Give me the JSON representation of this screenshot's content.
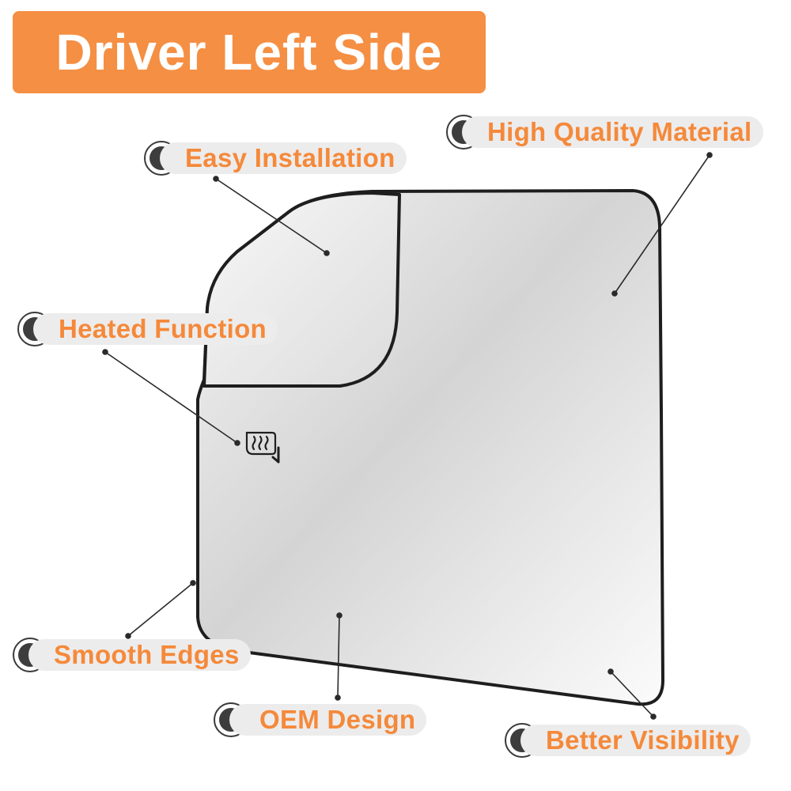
{
  "title": "Driver Left Side",
  "colors": {
    "accent": "#f58f44",
    "label_text": "#f5893a",
    "pill_bg": "#ececec",
    "dot": "#3d3d3d",
    "outline": "#1e1e1e"
  },
  "features": [
    {
      "id": "easy-installation",
      "label": "Easy Installation"
    },
    {
      "id": "high-quality-material",
      "label": "High Quality Material"
    },
    {
      "id": "heated-function",
      "label": "Heated Function"
    },
    {
      "id": "smooth-edges",
      "label": "Smooth Edges"
    },
    {
      "id": "oem-design",
      "label": "OEM Design"
    },
    {
      "id": "better-visibility",
      "label": "Better Visibility"
    }
  ],
  "icons": {
    "heater": "heated-mirror-icon"
  }
}
